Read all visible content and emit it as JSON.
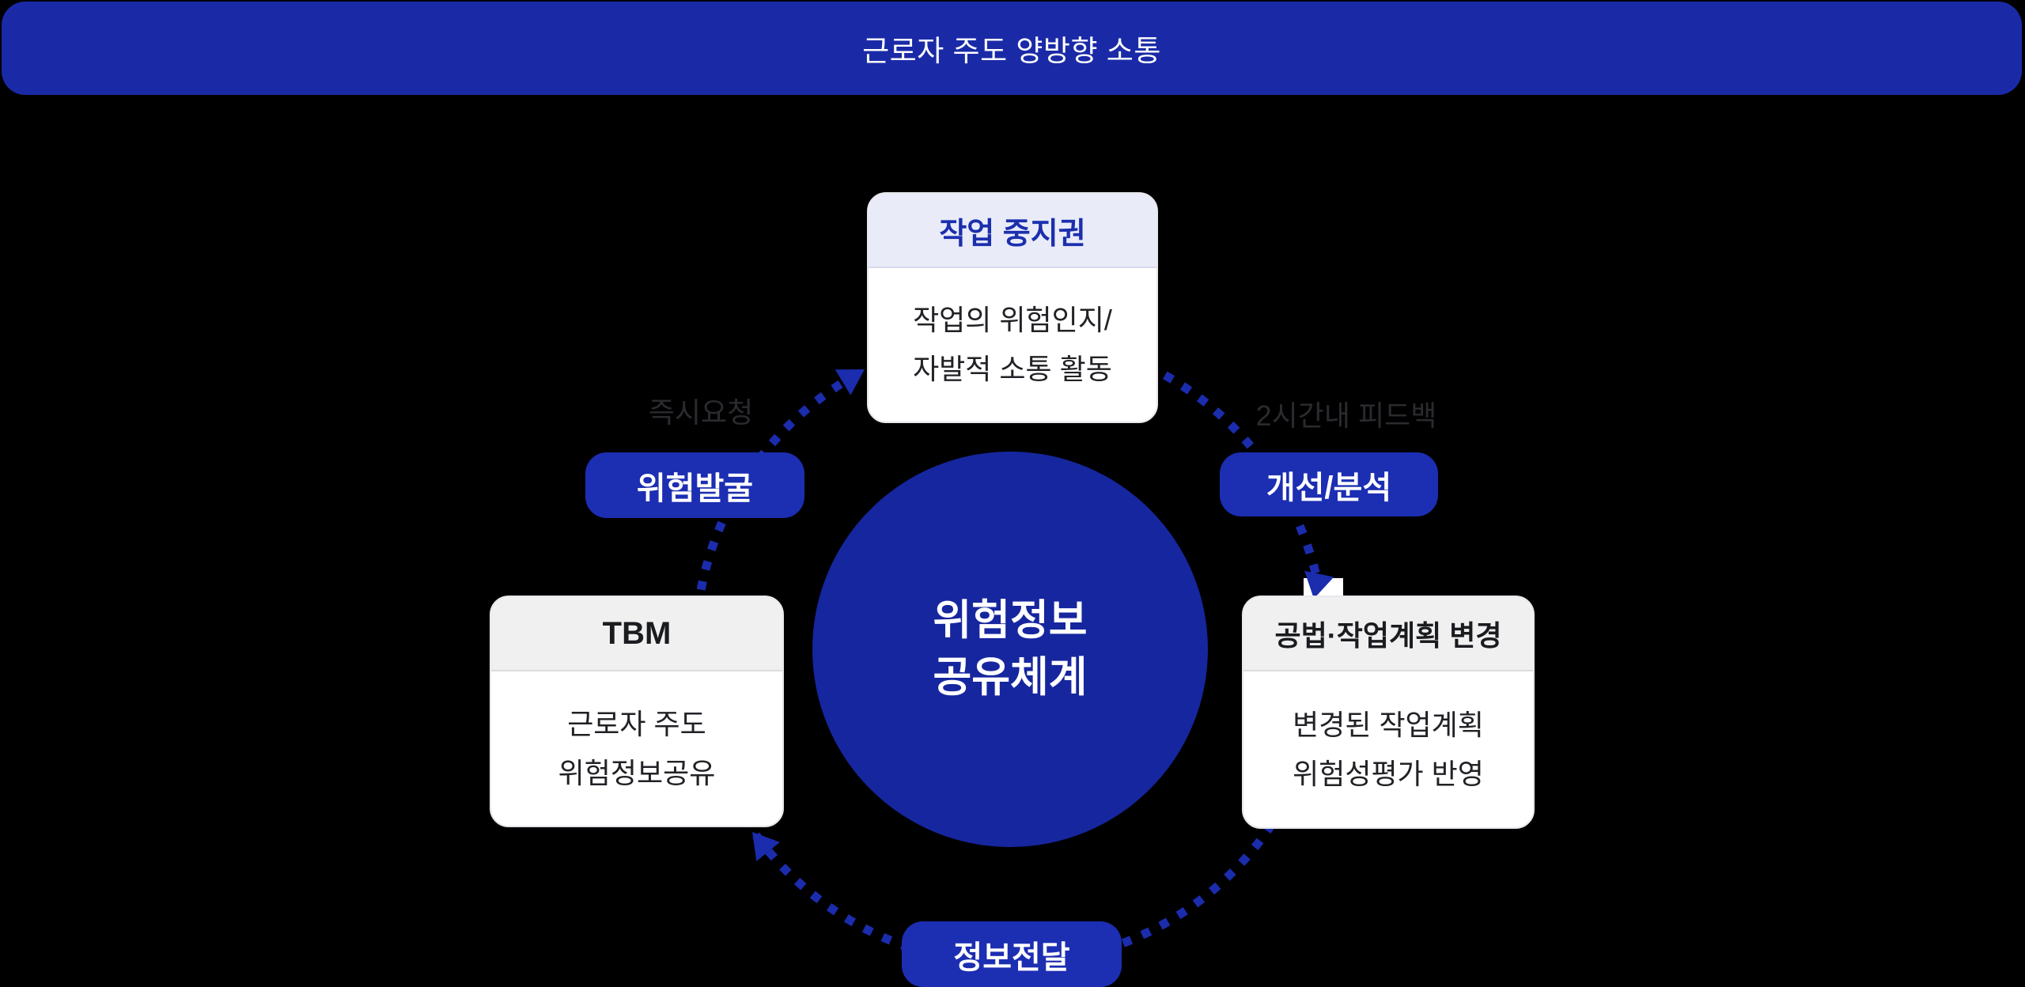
{
  "banner": {
    "title": "근로자 주도 양방향 소통"
  },
  "center_circle": {
    "line1": "위험정보",
    "line2": "공유체계"
  },
  "cards": {
    "top": {
      "title": "작업 중지권",
      "body_line1": "작업의 위험인지/",
      "body_line2": "자발적 소통 활동"
    },
    "left": {
      "title": "TBM",
      "body_line1": "근로자 주도",
      "body_line2": "위험정보공유"
    },
    "right": {
      "title": "공법·작업계획 변경",
      "body_line1": "변경된 작업계획",
      "body_line2": "위험성평가 반영"
    }
  },
  "pills": {
    "left": "위험발굴",
    "right": "개선/분석",
    "bottom": "정보전달"
  },
  "edge_labels": {
    "left": "즉시요청",
    "right": "2시간내 피드백"
  },
  "colors": {
    "background": "#000000",
    "banner_blue": "#1A2AA7",
    "circle_blue": "#16269E",
    "pill_blue": "#1C2EB2",
    "arc_blue": "#1B2CAD",
    "top_card_header_bg": "#E9EBF8",
    "top_card_title": "#1B2FAE",
    "side_card_header_bg": "#F0F0F1",
    "card_body_text": "#212126",
    "edge_label_text": "#2A2A2F",
    "card_bg": "#FFFFFF"
  }
}
